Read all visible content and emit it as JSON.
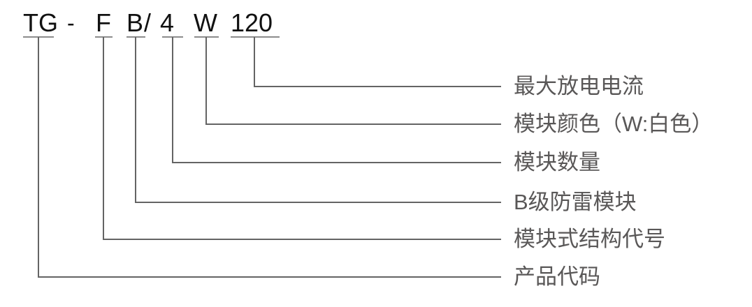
{
  "diagram": {
    "description_code": "TG - F B / 4 W 120",
    "code": {
      "segments": [
        {
          "id": "TG",
          "text": "TG"
        },
        {
          "id": "hyphen",
          "text": "-"
        },
        {
          "id": "F",
          "text": "F"
        },
        {
          "id": "B",
          "text": "B"
        },
        {
          "id": "slash",
          "text": "/"
        },
        {
          "id": "4",
          "text": "4"
        },
        {
          "id": "W",
          "text": "W"
        },
        {
          "id": "120",
          "text": "120"
        }
      ]
    },
    "labels": [
      {
        "code": "120",
        "text": "最大放电电流"
      },
      {
        "code": "W",
        "text": "模块颜色（W:白色）"
      },
      {
        "code": "4",
        "text": "模块数量"
      },
      {
        "code": "B",
        "text": "B级防雷模块"
      },
      {
        "code": "F",
        "text": "模块式结构代号"
      },
      {
        "code": "TG",
        "text": "产品代码"
      }
    ],
    "colors": {
      "code_text": "#111111",
      "label_text": "#595757",
      "connector_line": "#646464",
      "underline": "#8c8c8c",
      "background": "#ffffff"
    }
  }
}
